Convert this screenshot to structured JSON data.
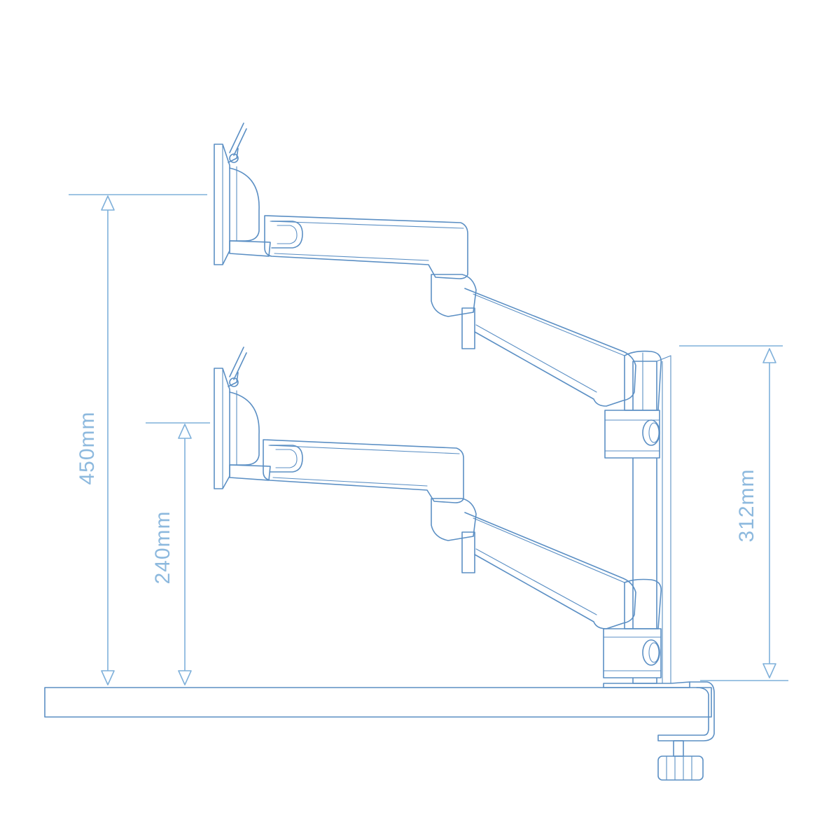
{
  "dimensions": {
    "upper_height": "450mm",
    "lower_height": "240mm",
    "pole_height": "312mm"
  },
  "colors": {
    "outline": "#5b8fc4",
    "dimension": "#7fb0da",
    "label": "#8db9de",
    "background": "#ffffff"
  }
}
